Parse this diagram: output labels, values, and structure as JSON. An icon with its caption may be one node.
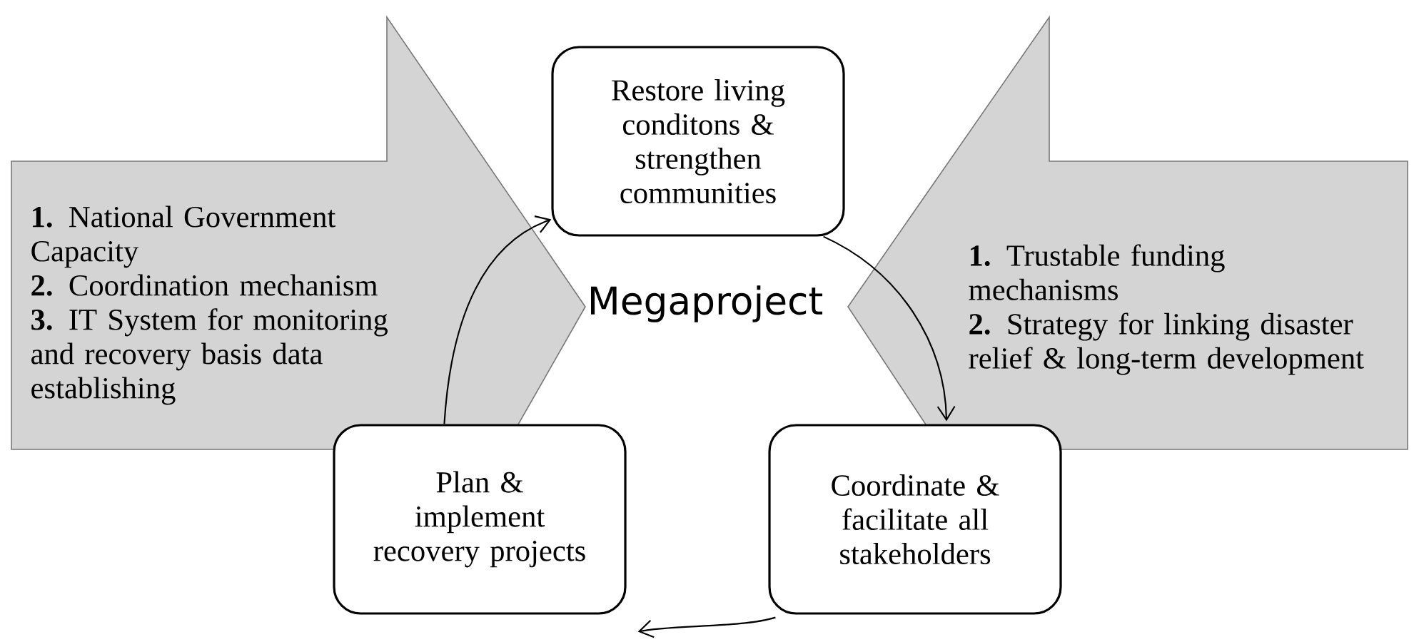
{
  "diagram": {
    "nodes": [
      {
        "text": [
          "**1.** National Government Capacity",
          "**2.** Coordination mechanism",
          "**3.** IT System for monitoring and recovery basis data establishing"
        ]
      },
      {
        "text": [
          "**1.** Trustable funding mechanisms",
          "**2.** Strategy for linking disaster relief & long-term development"
        ]
      },
      {
        "text": [
          "Restore living conditons & strengthen communities"
        ]
      },
      {
        "text": [
          "Plan & implement recovery projects"
        ]
      },
      {
        "text": [
          "Coordinate & facilitate all stakeholders"
        ]
      }
    ],
    "edges": [
      {
        "from": 3,
        "to": 2,
        "arrow": "to"
      },
      {
        "from": 2,
        "to": 4,
        "arrow": "to"
      },
      {
        "from": 4,
        "to": 3,
        "arrow": "to"
      }
    ],
    "labels": [
      "Megaproject"
    ]
  }
}
